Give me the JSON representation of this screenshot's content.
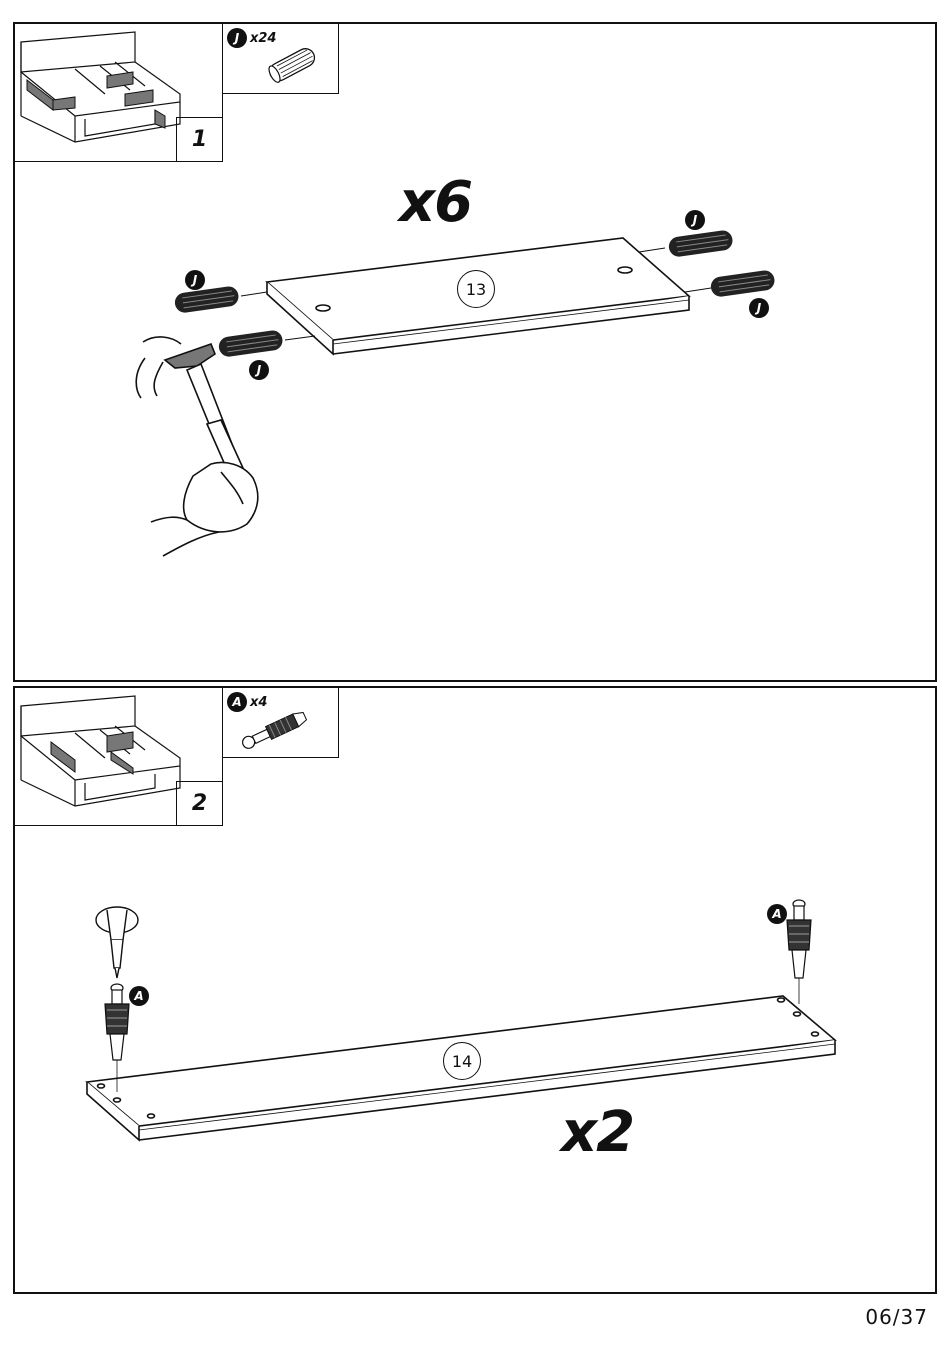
{
  "page_number": "06/37",
  "steps": [
    {
      "number": "1",
      "part": {
        "letter": "J",
        "quantity": "x24",
        "icon": "wooden-dowel-icon"
      },
      "multiplier": "x6",
      "panel_number": "13",
      "labels": [
        "J",
        "J",
        "J",
        "J"
      ]
    },
    {
      "number": "2",
      "part": {
        "letter": "A",
        "quantity": "x4",
        "icon": "cam-bolt-icon"
      },
      "multiplier": "x2",
      "panel_number": "14",
      "labels": [
        "A",
        "A"
      ]
    }
  ]
}
